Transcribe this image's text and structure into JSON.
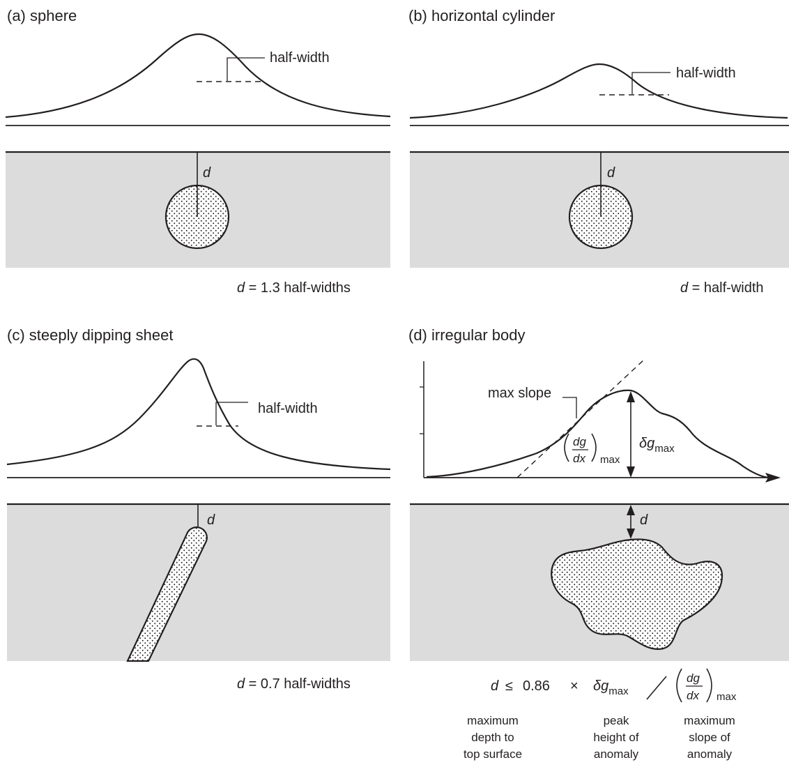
{
  "panels": {
    "a": {
      "title": "(a)  sphere",
      "callout": "half-width",
      "depth_symbol": "d",
      "caption_symbol": "d",
      "caption_text": " = 1.3 half-widths"
    },
    "b": {
      "title": "(b)   horizontal cylinder",
      "callout": "half-width",
      "depth_symbol": "d",
      "caption_symbol": "d",
      "caption_text": " = half-width"
    },
    "c": {
      "title": "(c)   steeply dipping sheet",
      "callout": "half-width",
      "depth_symbol": "d",
      "caption_symbol": "d",
      "caption_text": " = 0.7 half-widths"
    },
    "d": {
      "title": "(d)   irregular body",
      "callout": "max slope",
      "slope_num": "dg",
      "slope_den": "dx",
      "slope_sub": "max",
      "peak_base": "δg",
      "peak_sub": "max",
      "depth_symbol": "d"
    }
  },
  "formula": {
    "lhs": "d",
    "op": "≤",
    "coefficient": "0.86",
    "times": "×",
    "peak_base": "δg",
    "peak_sub": "max",
    "divide": "/",
    "slope_num": "dg",
    "slope_den": "dx",
    "slope_sub": "max"
  },
  "notes": {
    "depth": [
      "maximum",
      "depth to",
      "top surface"
    ],
    "peak": [
      "peak",
      "height of",
      "anomaly"
    ],
    "slope": [
      "maximum",
      "slope of",
      "anomaly"
    ]
  },
  "colors": {
    "ink": "#231f20",
    "ground": "#dcdcdc",
    "body_fill": "#ffffff"
  }
}
